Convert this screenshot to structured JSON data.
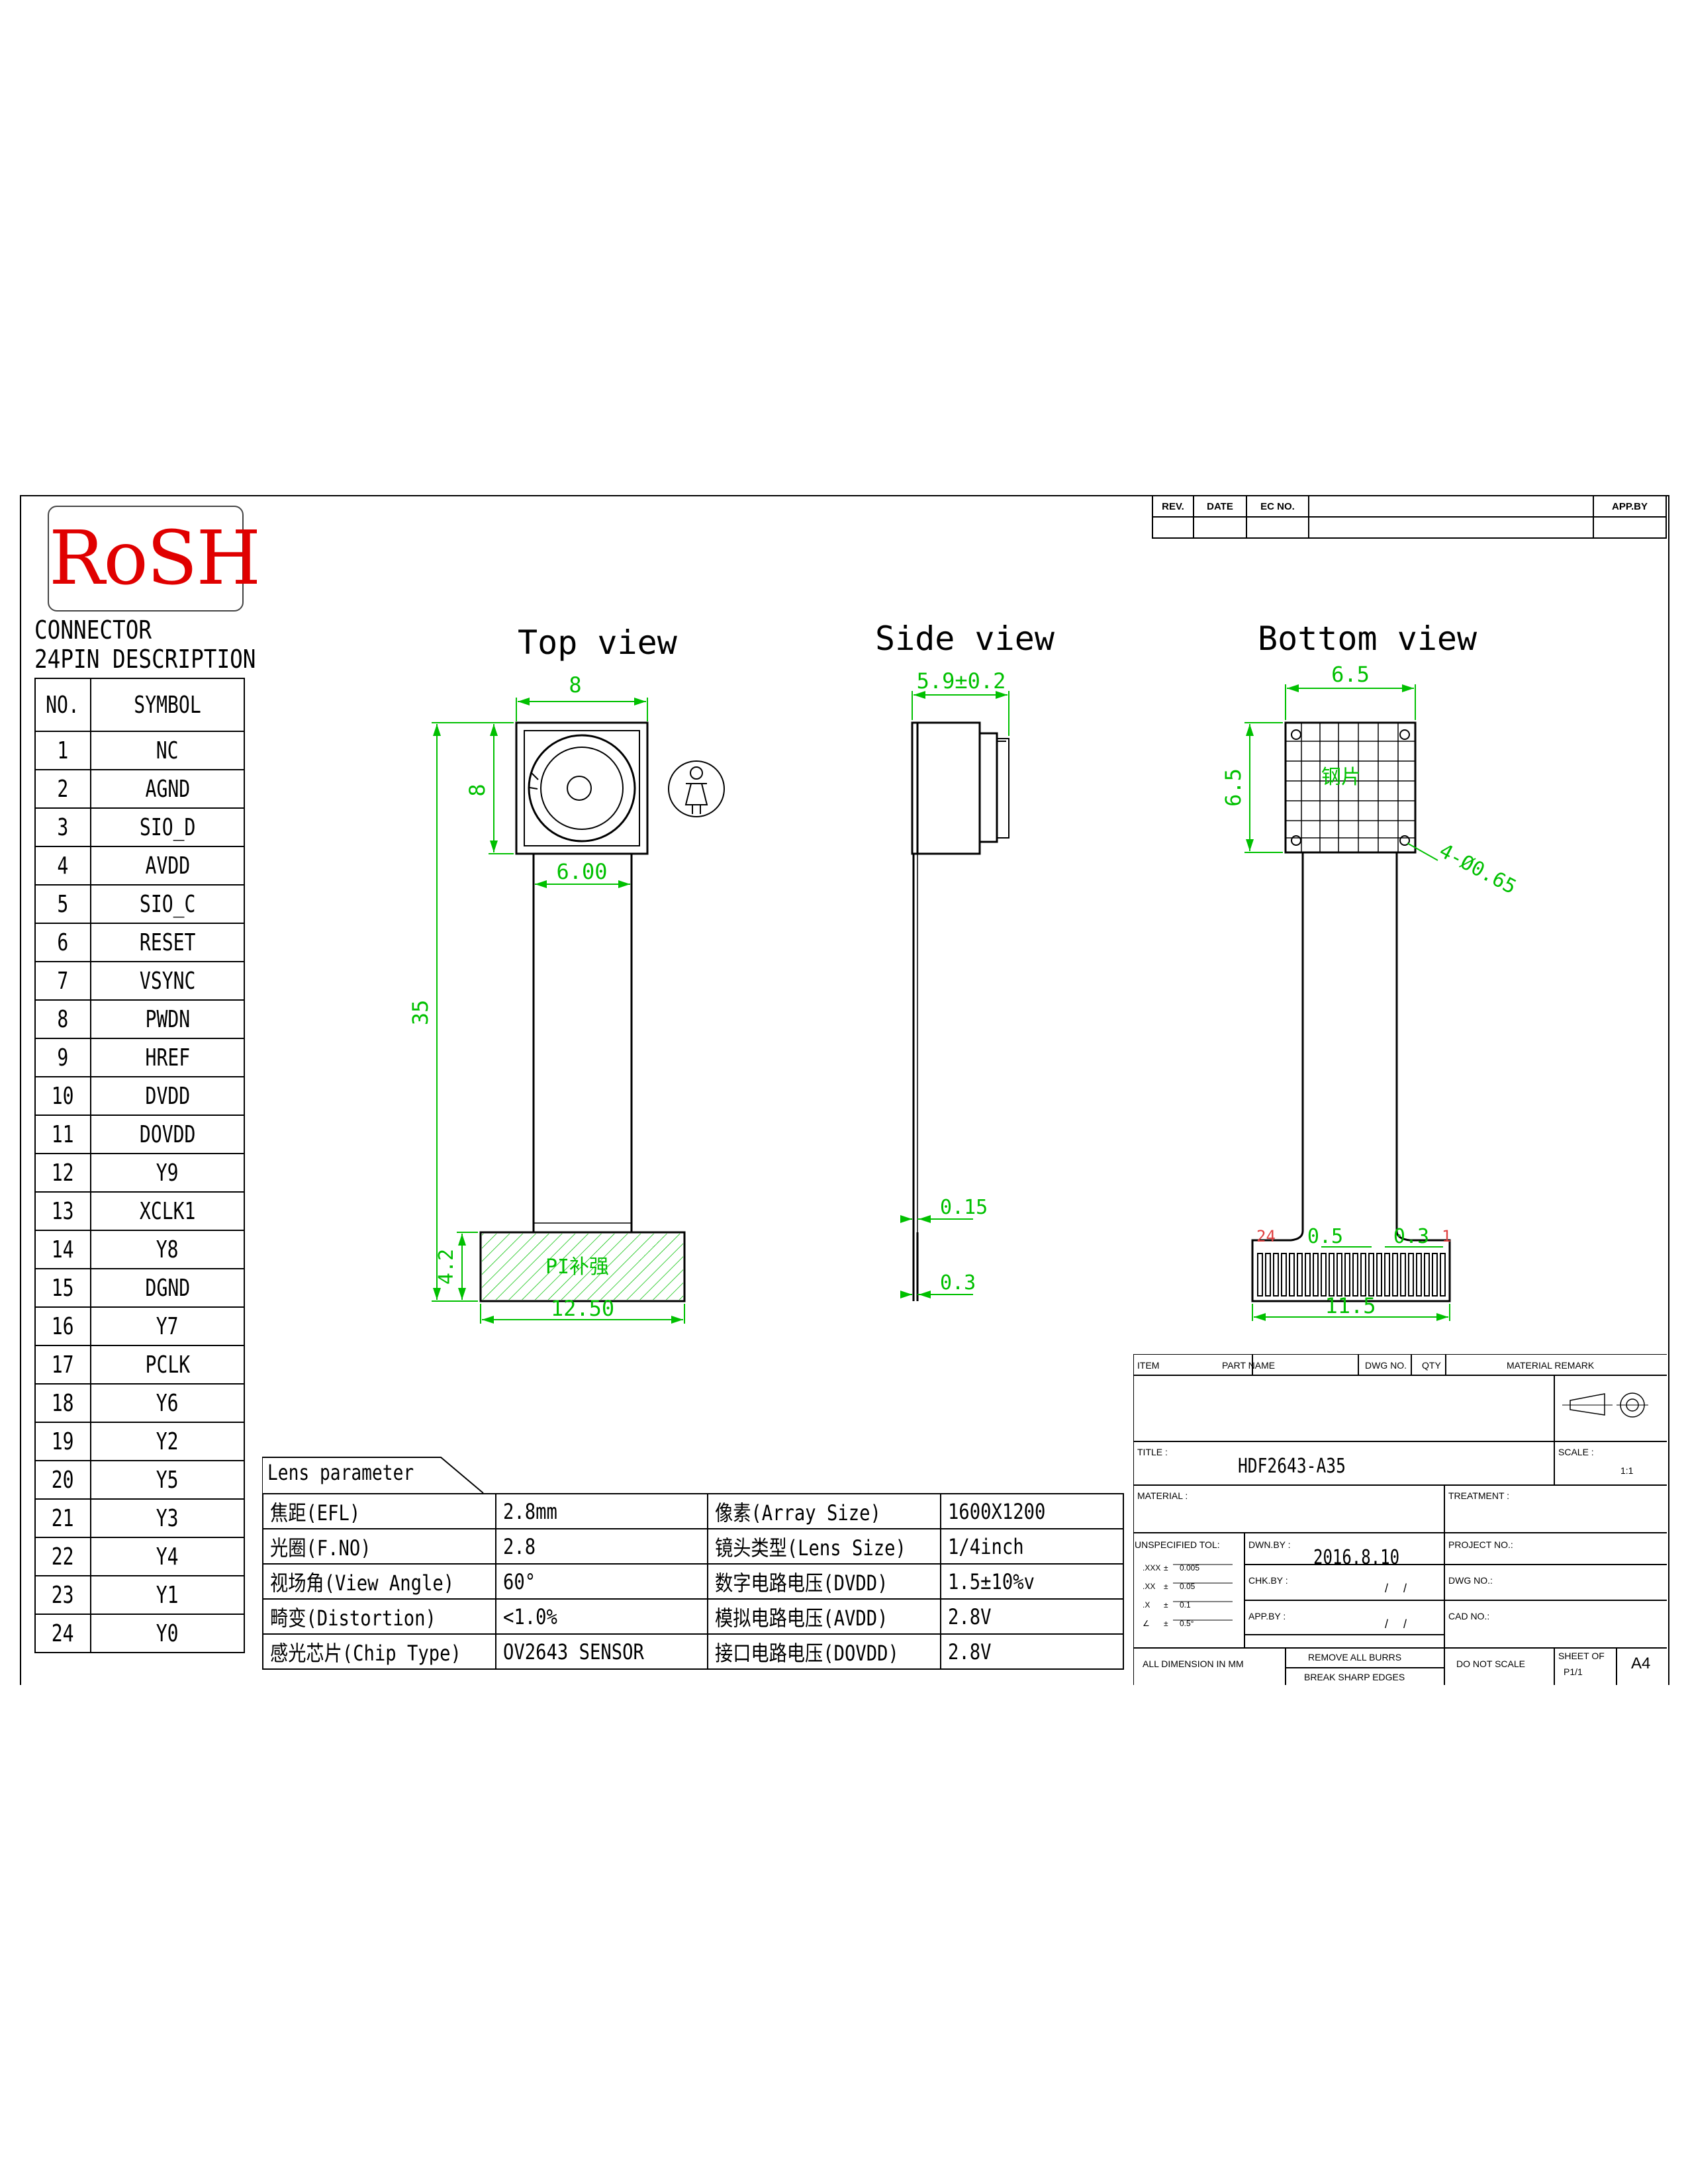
{
  "logo": {
    "text": "RoSH"
  },
  "connector": {
    "title_line1": "CONNECTOR",
    "title_line2": "24PIN DESCRIPTION",
    "headers": [
      "NO.",
      "SYMBOL"
    ],
    "pins": [
      [
        "1",
        "NC"
      ],
      [
        "2",
        "AGND"
      ],
      [
        "3",
        "SIO_D"
      ],
      [
        "4",
        "AVDD"
      ],
      [
        "5",
        "SIO_C"
      ],
      [
        "6",
        "RESET"
      ],
      [
        "7",
        "VSYNC"
      ],
      [
        "8",
        "PWDN"
      ],
      [
        "9",
        "HREF"
      ],
      [
        "10",
        "DVDD"
      ],
      [
        "11",
        "DOVDD"
      ],
      [
        "12",
        "Y9"
      ],
      [
        "13",
        "XCLK1"
      ],
      [
        "14",
        "Y8"
      ],
      [
        "15",
        "DGND"
      ],
      [
        "16",
        "Y7"
      ],
      [
        "17",
        "PCLK"
      ],
      [
        "18",
        "Y6"
      ],
      [
        "19",
        "Y2"
      ],
      [
        "20",
        "Y5"
      ],
      [
        "21",
        "Y3"
      ],
      [
        "22",
        "Y4"
      ],
      [
        "23",
        "Y1"
      ],
      [
        "24",
        "Y0"
      ]
    ]
  },
  "views": {
    "top": {
      "title": "Top view",
      "dims": {
        "width": "8",
        "height": "8",
        "lens_width": "6.00",
        "length": "35",
        "stiffener_h": "4.2",
        "stiffener_w": "12.50"
      },
      "stiffener_label": "PI补强"
    },
    "side": {
      "title": "Side view",
      "dims": {
        "thickness": "5.9±0.2",
        "fpc": "0.15",
        "end": "0.3"
      }
    },
    "bottom": {
      "title": "Bottom view",
      "dims": {
        "width": "6.5",
        "height": "6.5",
        "holes": "4-Ø0.65",
        "pitch": "0.5",
        "pad": "0.3",
        "connector_w": "11.5"
      },
      "plate_label": "钢片",
      "pin_first": "24",
      "pin_last": "1"
    }
  },
  "lens": {
    "title": "Lens parameter",
    "rows": [
      [
        "焦距(EFL)",
        "2.8mm",
        "像素(Array Size)",
        "1600X1200"
      ],
      [
        "光圈(F.NO)",
        "2.8",
        "镜头类型(Lens Size)",
        "1/4inch"
      ],
      [
        "视场角(View Angle)",
        "60°",
        "数字电路电压(DVDD)",
        "1.5±10%v"
      ],
      [
        "畸变(Distortion)",
        "<1.0%",
        "模拟电路电压(AVDD)",
        "2.8V"
      ],
      [
        "感光芯片(Chip Type)",
        "OV2643 SENSOR",
        "接口电路电压(DOVDD)",
        "2.8V"
      ]
    ]
  },
  "revision": {
    "headers": [
      "REV.",
      "DATE",
      "EC NO.",
      "",
      "APP.BY"
    ]
  },
  "title_block": {
    "item": "ITEM",
    "part_name": "PART NAME",
    "dwg_no": "DWG NO.",
    "qty": "QTY",
    "material_remark": "MATERIAL REMARK",
    "title_label": "TITLE :",
    "title": "HDF2643-A35",
    "scale_label": "SCALE :",
    "scale": "1:1",
    "material_label": "MATERIAL :",
    "treatment_label": "TREATMENT :",
    "tol_label": "UNSPECIFIED TOL:",
    "tol": [
      [
        ".XXX",
        "±",
        "0.005"
      ],
      [
        ".XX",
        "±",
        "0.05"
      ],
      [
        ".X",
        "±",
        "0.1"
      ],
      [
        "∠",
        "±",
        "0.5°"
      ]
    ],
    "dwn_label": "DWN.BY :",
    "dwn_date": "2016.8.10",
    "chk_label": "CHK.BY :",
    "chk_date": "/ /",
    "app_label": "APP.BY :",
    "app_date": "/ /",
    "project_label": "PROJECT NO.:",
    "dwg_label": "DWG NO.:",
    "cad_label": "CAD NO.:",
    "all_dim": "ALL DIMENSION IN MM",
    "remove_burrs": "REMOVE ALL BURRS",
    "break_edges": "BREAK SHARP EDGES",
    "no_scale": "DO NOT SCALE",
    "sheet_label": "SHEET OF",
    "sheet": "P1/1",
    "size": "A4"
  }
}
